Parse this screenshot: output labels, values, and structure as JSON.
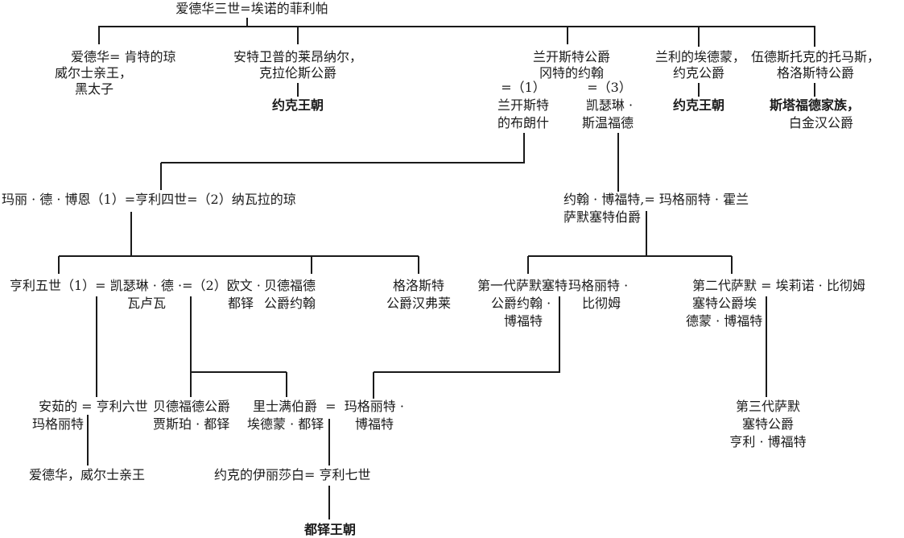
{
  "root": "爱德华三世=埃诺的菲利帕",
  "edward_black_prince": {
    "line1": "爱德华= 肯特的琼",
    "line2": "威尔士亲王，",
    "line3": "黑太子"
  },
  "lionel": {
    "line1": "安特卫普的莱昂纳尔，",
    "line2": "克拉伦斯公爵",
    "dynasty": "约克王朝"
  },
  "john_of_gaunt": {
    "line1": "兰开斯特公爵",
    "line2": "冈特的约翰",
    "wife1_marker": "=（1）",
    "wife1_line1": "兰开斯特",
    "wife1_line2": "的布朗什",
    "wife3_marker": "=（3）",
    "wife3_line1": "凯瑟琳 ·",
    "wife3_line2": "斯温福德"
  },
  "edmund_langley": {
    "line1": "兰利的埃德蒙，",
    "line2": "约克公爵",
    "dynasty": "约克王朝"
  },
  "thomas_woodstock": {
    "line1": "伍德斯托克的托马斯，",
    "line2": "格洛斯特公爵",
    "family": "斯塔福德家族，",
    "family_line2": "白金汉公爵"
  },
  "henry_iv": "玛丽 · 德 · 博恩（1）=亨利四世=（2）纳瓦拉的琼",
  "john_beaufort": {
    "line1": "约翰 · 博福特,= 玛格丽特 · 霍兰",
    "line2": "萨默塞特伯爵"
  },
  "henry_v": {
    "line1": "亨利五世（1）= 凯瑟琳 · 德 ·=（2）欧文 ·",
    "line2": "瓦卢瓦",
    "owen_line2": "都铎"
  },
  "bedford_john": {
    "line1": "贝德福德",
    "line2": "公爵约翰"
  },
  "gloucester_humphrey": {
    "line1": "格洛斯特",
    "line2": "公爵汉弗莱"
  },
  "somerset1": {
    "line1": "第一代萨默塞特",
    "line2": "公爵约翰 ·",
    "line3": "博福特",
    "wife_line1": "玛格丽特 ·",
    "wife_line2": "比彻姆"
  },
  "somerset2": {
    "line1": "第二代萨默 = 埃莉诺 · 比彻姆",
    "line2": "塞特公爵埃",
    "line3": "德蒙 · 博福特"
  },
  "somerset3": {
    "line1": "第三代萨默",
    "line2": "塞特公爵",
    "line3": "亨利 · 博福特"
  },
  "henry_vi": {
    "line1": "安茹的 = 亨利六世",
    "line2": "玛格丽特"
  },
  "jasper": {
    "line1": "贝德福德公爵",
    "line2": "贾斯珀 · 都铎"
  },
  "edmund_tudor": {
    "line1": "里士满伯爵  =  玛格丽特 ·",
    "line2": "埃德蒙 · 都铎",
    "wife_line2": "博福特"
  },
  "edward_prince": "爱德华，威尔士亲王",
  "henry_vii": "约克的伊丽莎白= 亨利七世",
  "tudor_dynasty": "都铎王朝"
}
